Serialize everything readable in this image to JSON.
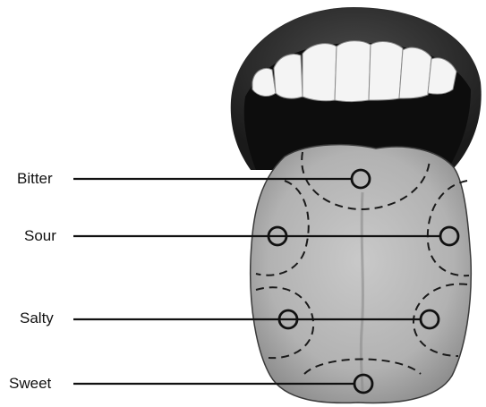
{
  "labels": {
    "bitter": "Bitter",
    "sour": "Sour",
    "salty": "Salty",
    "sweet": "Sweet"
  },
  "colors": {
    "lips": "#2b2b2b",
    "mouth_interior": "#0d0d0d",
    "teeth": "#f4f4f4",
    "tongue": "#b4b4b4",
    "outline": "#111111"
  }
}
